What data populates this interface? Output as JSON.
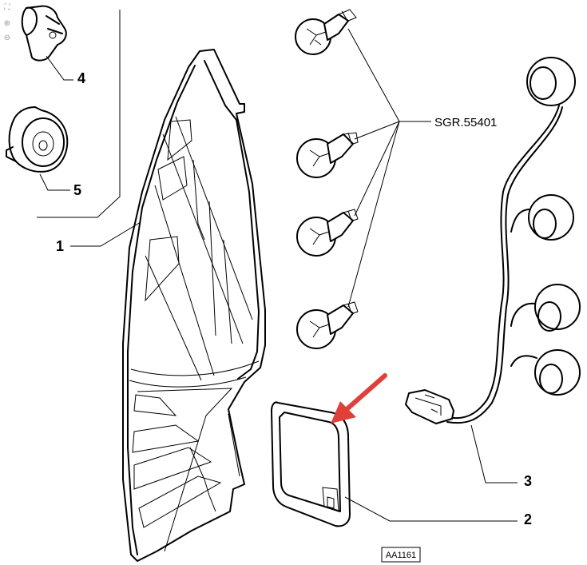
{
  "callouts": {
    "c1": "1",
    "c2": "2",
    "c3": "3",
    "c4": "4",
    "c5": "5"
  },
  "bulb_ref": "SGR.55401",
  "drawing_code": "AA1161",
  "viewer": {
    "fit_icon": "fit-page-icon",
    "zoom_in_icon": "zoom-in-icon",
    "zoom_out_icon": "zoom-out-icon"
  },
  "colors": {
    "line": "#000000",
    "arrow": "#e0403a",
    "background": "#ffffff"
  }
}
